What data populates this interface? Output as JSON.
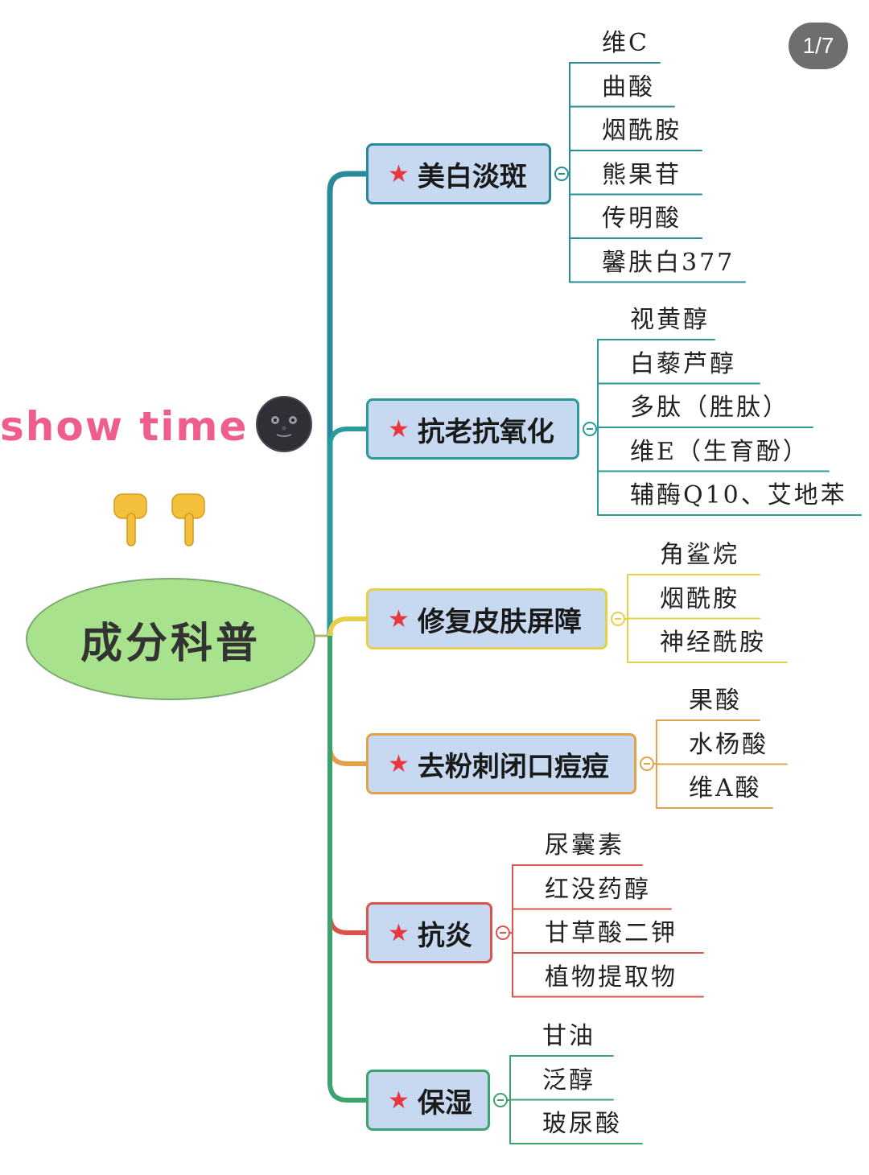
{
  "page_indicator": "1/7",
  "banner": {
    "text": "show time",
    "moon_icon": "new-moon-face-icon",
    "hands_icon": "pointing-down-hands-icon"
  },
  "root": {
    "label": "成分科普",
    "color": "#a8e28c"
  },
  "categories": [
    {
      "id": "whitening",
      "label": "美白淡斑",
      "color": "#2a8a99",
      "items": [
        "维C",
        "曲酸",
        "烟酰胺",
        "熊果苷",
        "传明酸",
        "馨肤白377"
      ]
    },
    {
      "id": "antiaging",
      "label": "抗老抗氧化",
      "color": "#2a9a9a",
      "items": [
        "视黄醇",
        "白藜芦醇",
        "多肽（胜肽）",
        "维E（生育酚）",
        "辅酶Q10、艾地苯"
      ]
    },
    {
      "id": "barrier",
      "label": "修复皮肤屏障",
      "color": "#e6d04a",
      "items": [
        "角鲨烷",
        "烟酰胺",
        "神经酰胺"
      ]
    },
    {
      "id": "acne",
      "label": "去粉刺闭口痘痘",
      "color": "#e3a24a",
      "items": [
        "果酸",
        "水杨酸",
        "维A酸"
      ]
    },
    {
      "id": "antiinflammatory",
      "label": "抗炎",
      "color": "#d9534f",
      "items": [
        "尿囊素",
        "红没药醇",
        "甘草酸二钾",
        "植物提取物"
      ]
    },
    {
      "id": "moisturizing",
      "label": "保湿",
      "color": "#3ba46e",
      "items": [
        "甘油",
        "泛醇",
        "玻尿酸"
      ]
    }
  ]
}
